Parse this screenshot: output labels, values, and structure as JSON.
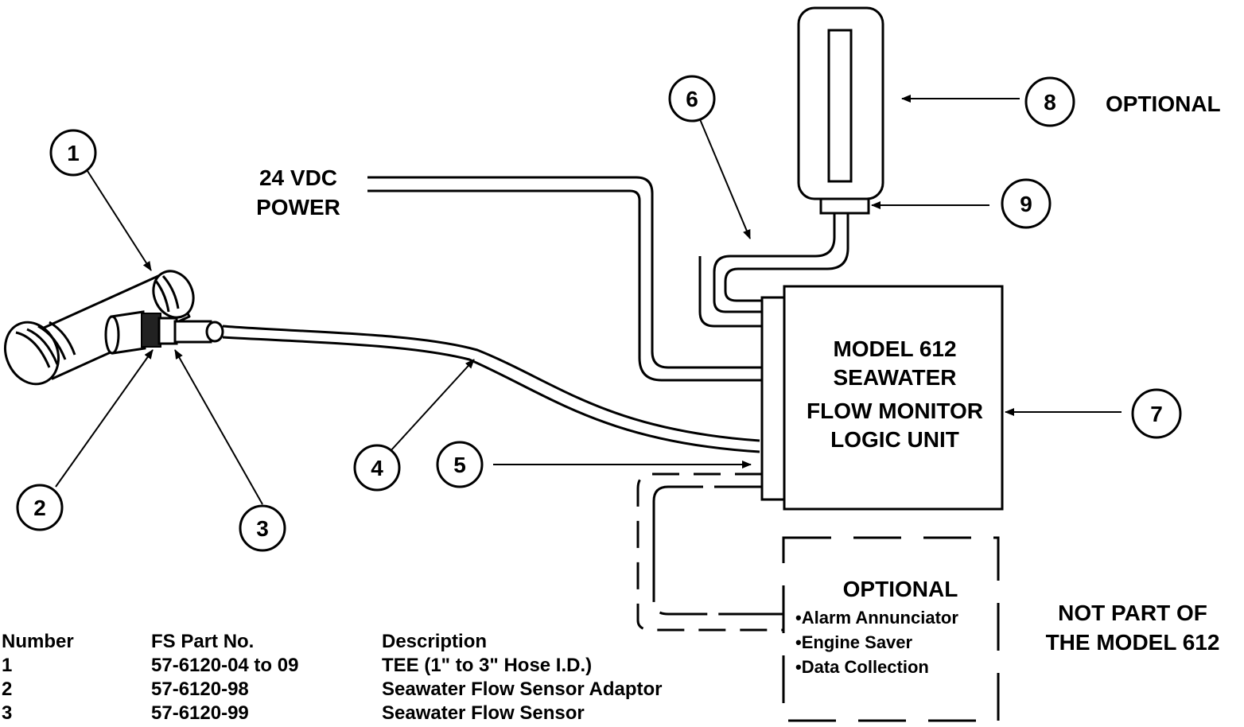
{
  "power_label": {
    "line1": "24 VDC",
    "line2": "POWER"
  },
  "unit_label": [
    "MODEL 612",
    "SEAWATER",
    "FLOW MONITOR",
    "LOGIC UNIT"
  ],
  "optional_top_label": "OPTIONAL",
  "optional_box": {
    "title": "OPTIONAL",
    "items": [
      "•Alarm Annunciator",
      "•Engine Saver",
      "•Data Collection"
    ]
  },
  "not_part_label": {
    "line1": "NOT PART OF",
    "line2": "THE MODEL 612"
  },
  "callouts": [
    "1",
    "2",
    "3",
    "4",
    "5",
    "6",
    "7",
    "8",
    "9"
  ],
  "parts_table": {
    "headers": {
      "number": "Number",
      "part_no": "FS Part No.",
      "description": "Description"
    },
    "rows": [
      {
        "number": "1",
        "part_no": "57-6120-04 to 09",
        "description": "TEE (1\" to 3\" Hose I.D.)"
      },
      {
        "number": "2",
        "part_no": "57-6120-98",
        "description": "Seawater Flow Sensor Adaptor"
      },
      {
        "number": "3",
        "part_no": "57-6120-99",
        "description": "Seawater Flow Sensor"
      }
    ]
  }
}
